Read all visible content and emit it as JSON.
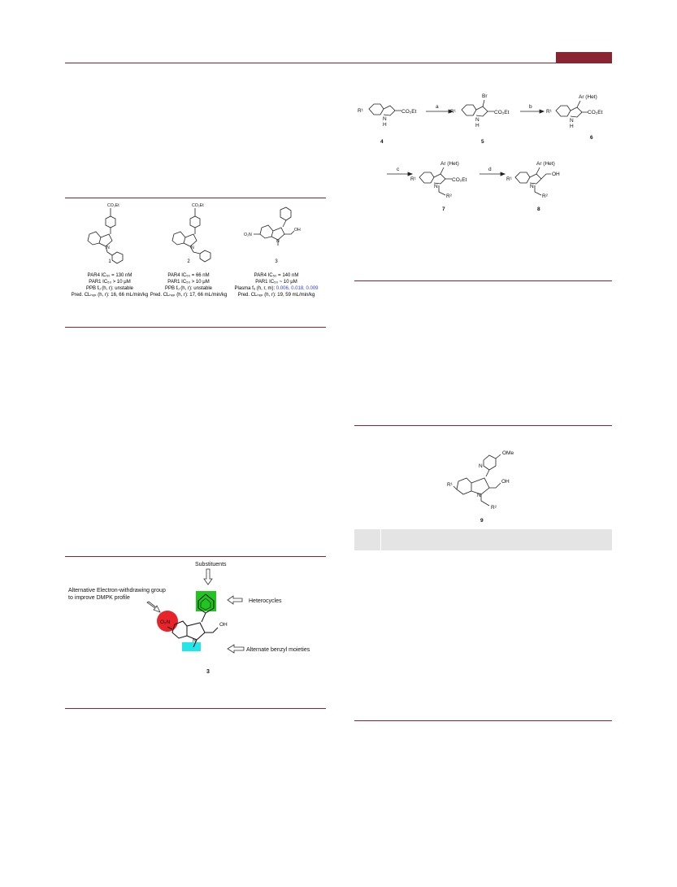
{
  "figure1": {
    "compounds": [
      {
        "number": "1",
        "ester_label": "CO₂Et",
        "nitrogen_label": "N",
        "lines": [
          "PAR4 IC₅₀ = 130 nM",
          "PAR1 IC₅₀ > 10 μM",
          "PPB fᵤ (h, r): unstable",
          "Pred. CLₕₑₚ (h, r): 16, 66 mL/min/kg"
        ]
      },
      {
        "number": "2",
        "ester_label": "CO₂Et",
        "nitrogen_label": "N",
        "lines": [
          "PAR4 IC₅₀ = 66 nM",
          "PAR1 IC₅₀ > 10 μM",
          "PPB fᵤ (h, r): unstable",
          "Pred. CLₕₑₚ (h, r): 17, 66 mL/min/kg"
        ]
      },
      {
        "number": "3",
        "nitro_label": "O₂N",
        "oh_label": "OH",
        "nitrogen_label": "N",
        "lines": [
          "PAR4 IC₅₀ = 140 nM",
          "PAR1 IC₅₀ ~ 10 μM"
        ],
        "plasma_prefix": "Plasma fᵤ (h, r, m): ",
        "plasma_values": "0.006, 0.018, 0.009",
        "clearance": "Pred. CLₕₑₚ (h, r): 19, 59 mL/min/kg"
      }
    ]
  },
  "figure2": {
    "compound_number": "3",
    "substituents_label": "Substituents",
    "ewg_label_line1": "Alternative Electron-withdrawing group",
    "ewg_label_line2": "to improve DMPK profile",
    "heterocycles_label": "Heterocycles",
    "benzyl_label": "Alternate benzyl moieties",
    "nitro_label": "O₂N",
    "oh_label": "OH",
    "nitrogen_label": "N",
    "colors": {
      "red": "#e8232a",
      "green": "#22c51f",
      "cyan": "#22e6e8"
    }
  },
  "scheme": {
    "compounds": {
      "c4": "4",
      "c5": "5",
      "c6": "6",
      "c7": "7",
      "c8": "8"
    },
    "arrow_labels": [
      "a",
      "b",
      "c",
      "d"
    ],
    "labels": {
      "r1": "R¹",
      "r2": "R²",
      "co2et": "CO₂Et",
      "br": "Br",
      "ar_het": "Ar (Het)",
      "oh": "OH",
      "n": "N",
      "h": "H"
    }
  },
  "figure3": {
    "compound_number": "9",
    "ome": "OMe",
    "pyridine_n": "N",
    "r1": "R¹",
    "r2": "R²",
    "oh": "OH",
    "n": "N"
  }
}
